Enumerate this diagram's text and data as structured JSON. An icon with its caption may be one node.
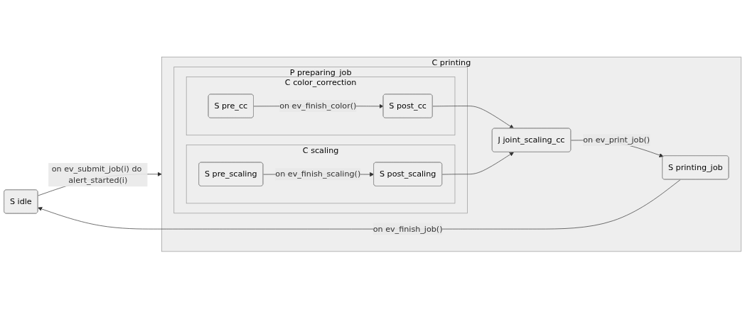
{
  "diagram": {
    "nodes": [
      {
        "text": [
          "S idle"
        ]
      },
      {
        "text": [
          "C printing"
        ]
      },
      {
        "text": [
          "P preparing_job"
        ],
        "in": 1
      },
      {
        "text": [
          "C color_correction"
        ],
        "in": 2
      },
      {
        "text": [
          "S pre_cc"
        ],
        "in": 3
      },
      {
        "text": [
          "S post_cc"
        ],
        "in": 3
      },
      {
        "text": [
          "C scaling"
        ],
        "in": 2
      },
      {
        "text": [
          "S pre_scaling"
        ],
        "in": 6
      },
      {
        "text": [
          "S post_scaling"
        ],
        "in": 6
      },
      {
        "text": [
          "J joint_scaling_cc"
        ],
        "in": 1
      },
      {
        "text": [
          "S printing_job"
        ],
        "in": 1
      }
    ],
    "edges": [
      {
        "from": 0,
        "to": 1,
        "arrow": "to",
        "label": "on ev_submit_job(i) do alert_started(i)"
      },
      {
        "from": 4,
        "to": 5,
        "arrow": "to",
        "label": "on ev_finish_color()"
      },
      {
        "from": 7,
        "to": 8,
        "arrow": "to",
        "label": "on ev_finish_scaling()"
      },
      {
        "from": 5,
        "to": 9,
        "arrow": "to"
      },
      {
        "from": 8,
        "to": 9,
        "arrow": "to"
      },
      {
        "from": 9,
        "to": 10,
        "arrow": "to",
        "label": "on ev_print_job()"
      },
      {
        "from": 10,
        "to": 0,
        "arrow": "to",
        "label": "on ev_finish_job()"
      }
    ]
  }
}
